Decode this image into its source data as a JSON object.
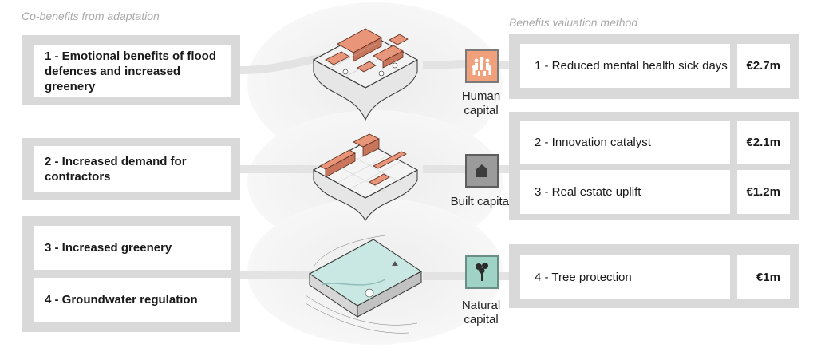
{
  "left_title": "Co-benefits from adaptation",
  "right_title": "Benefits valuation method",
  "co_benefits": [
    "1 - Emotional benefits of flood defences and increased greenery",
    "2 -  Increased demand for contractors",
    "3 - Increased greenery",
    "4 - Groundwater regulation"
  ],
  "capitals": [
    {
      "label": "Human capital",
      "icon": "people-icon",
      "color": "#f0a07a"
    },
    {
      "label": "Built capital",
      "icon": "house-icon",
      "color": "#9b9b9b"
    },
    {
      "label": "Natural capital",
      "icon": "tree-icon",
      "color": "#9ed3c5"
    }
  ],
  "valuations": [
    {
      "method": "1 - Reduced mental health sick days",
      "value": "€2.7m"
    },
    {
      "method": "2 - Innovation catalyst",
      "value": "€2.1m"
    },
    {
      "method": "3 - Real estate uplift",
      "value": "€1.2m"
    },
    {
      "method": "4 - Tree protection",
      "value": "€1m"
    }
  ],
  "colors": {
    "brick": "#e8957a",
    "panel": "#d9d9d9",
    "water": "#bfe3df"
  }
}
